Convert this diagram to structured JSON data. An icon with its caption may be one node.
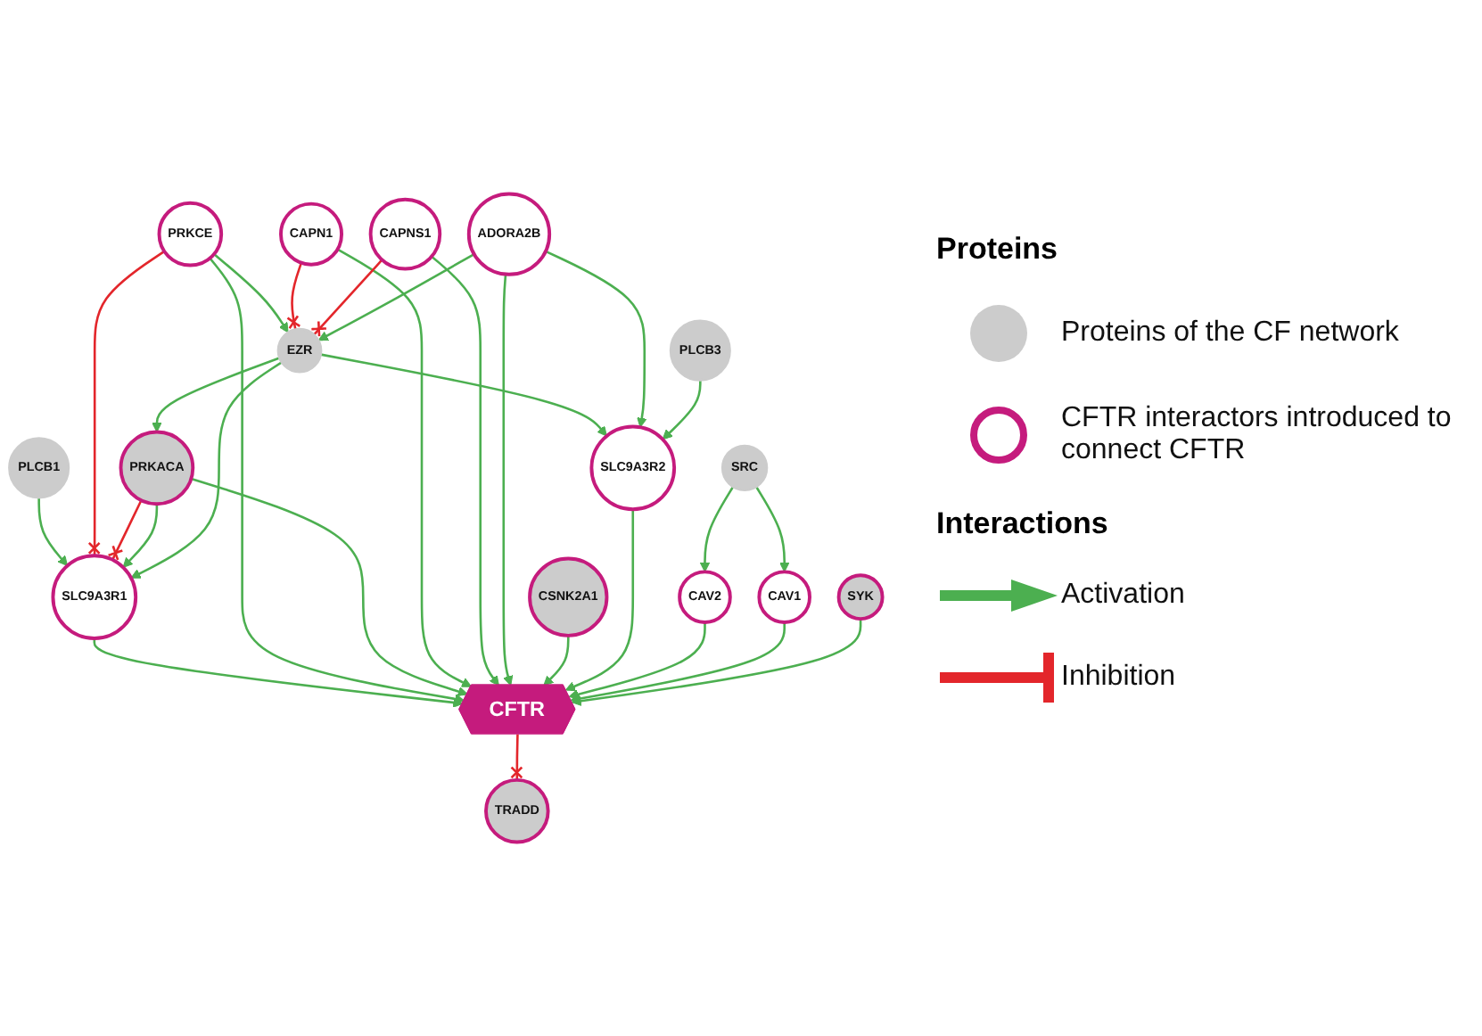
{
  "diagram": {
    "nodes": [
      {
        "text": [
          "PLCB1"
        ]
      },
      {
        "text": [
          "SLC9A3R1"
        ]
      },
      {
        "text": [
          "PRKCE"
        ]
      },
      {
        "text": [
          "EZR"
        ]
      },
      {
        "text": [
          "PRKACA"
        ]
      },
      {
        "text": [
          "CAPN1"
        ]
      },
      {
        "text": [
          "CAPNS1"
        ]
      },
      {
        "text": [
          "TRADD"
        ]
      },
      {
        "text": [
          "CFTR"
        ]
      },
      {
        "text": [
          "ADORA2B"
        ]
      },
      {
        "text": [
          "CSNK2A1"
        ]
      },
      {
        "text": [
          "SLC9A3R2"
        ]
      },
      {
        "text": [
          "PLCB3"
        ]
      },
      {
        "text": [
          "CAV2"
        ]
      },
      {
        "text": [
          "SYK"
        ]
      },
      {
        "text": [
          "CAV1"
        ]
      },
      {
        "text": [
          "SRC"
        ]
      }
    ],
    "edges": [
      {
        "from": 0,
        "to": 1,
        "arrow": "to"
      },
      {
        "from": 2,
        "to": 1,
        "arrow": "other",
        "color": "#e3262b"
      },
      {
        "from": 4,
        "to": 1,
        "arrow": "other",
        "color": "#e3262b"
      },
      {
        "from": 4,
        "to": 1,
        "arrow": "to"
      },
      {
        "from": 3,
        "to": 1,
        "arrow": "to"
      },
      {
        "from": 2,
        "to": 3,
        "arrow": "to"
      },
      {
        "from": 3,
        "to": 4,
        "arrow": "to"
      },
      {
        "from": 5,
        "to": 3,
        "arrow": "other",
        "color": "#e3262b"
      },
      {
        "from": 1,
        "to": 8,
        "arrow": "to"
      },
      {
        "from": 2,
        "to": 8,
        "arrow": "to"
      },
      {
        "from": 4,
        "to": 8,
        "arrow": "to"
      },
      {
        "from": 5,
        "to": 8,
        "arrow": "to"
      },
      {
        "from": 6,
        "to": 3,
        "arrow": "other",
        "color": "#e3262b"
      },
      {
        "from": 3,
        "to": 11,
        "arrow": "to"
      },
      {
        "from": 9,
        "to": 3,
        "arrow": "to"
      },
      {
        "from": 6,
        "to": 8,
        "arrow": "to"
      },
      {
        "from": 9,
        "to": 8,
        "arrow": "to"
      },
      {
        "from": 9,
        "to": 11,
        "arrow": "to"
      },
      {
        "from": 8,
        "to": 7,
        "arrow": "other",
        "color": "#e3262b"
      },
      {
        "from": 10,
        "to": 8,
        "arrow": "to"
      },
      {
        "from": 11,
        "to": 8,
        "arrow": "to"
      },
      {
        "from": 12,
        "to": 11,
        "arrow": "to"
      },
      {
        "from": 13,
        "to": 8,
        "arrow": "to"
      },
      {
        "from": 15,
        "to": 8,
        "arrow": "to"
      },
      {
        "from": 14,
        "to": 8,
        "arrow": "to"
      },
      {
        "from": 16,
        "to": 13,
        "arrow": "to"
      },
      {
        "from": 16,
        "to": 15,
        "arrow": "to"
      }
    ],
    "labels": [
      "Proteins",
      "Interactions"
    ],
    "legend": [
      {
        "text": "Proteins of the CF network",
        "color": "#cccccc"
      },
      {
        "text": "CFTR interactors introduced to connect CFTR"
      },
      {
        "text": "Activation"
      },
      {
        "text": "Inhibition"
      }
    ]
  }
}
